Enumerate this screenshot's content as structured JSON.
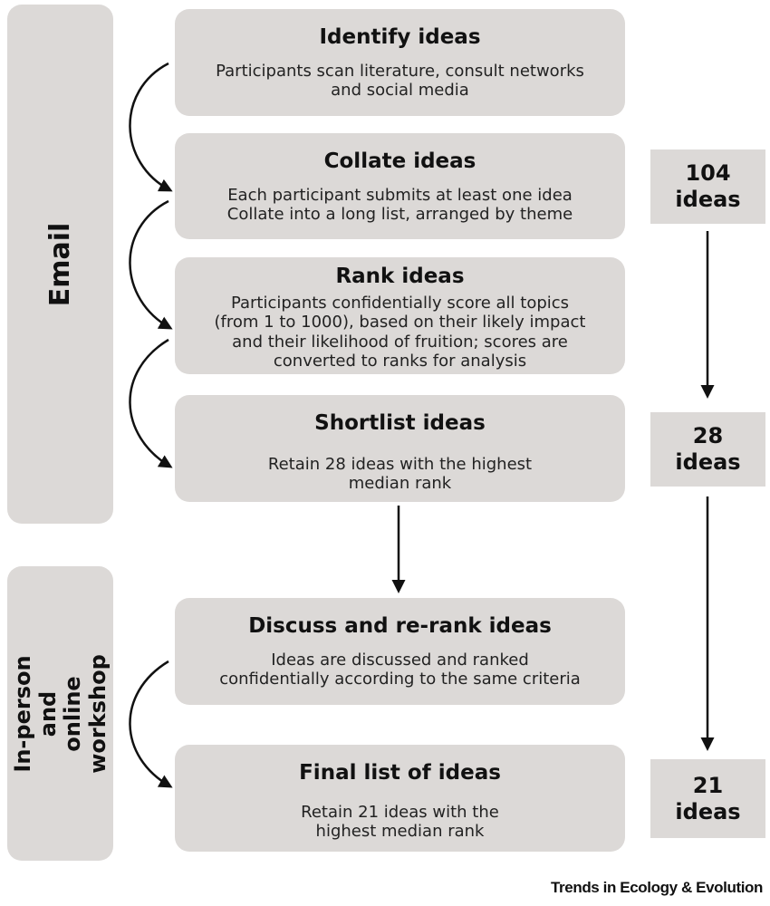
{
  "phases": {
    "email": "Email",
    "workshop": "In-person and online\nworkshop"
  },
  "steps": [
    {
      "title": "Identify ideas",
      "desc": "Participants scan literature, consult networks\nand social media"
    },
    {
      "title": "Collate ideas",
      "desc": "Each participant submits at least one idea\nCollate into a long list, arranged by theme"
    },
    {
      "title": "Rank ideas",
      "desc": "Participants confidentially score all topics\n(from 1 to 1000), based on their likely impact\nand their likelihood of fruition; scores are\nconverted to ranks for analysis"
    },
    {
      "title": "Shortlist ideas",
      "desc": "Retain 28 ideas with the highest\nmedian rank"
    },
    {
      "title": "Discuss and re-rank ideas",
      "desc": "Ideas are discussed and ranked\nconfidentially according to the same criteria"
    },
    {
      "title": "Final list of ideas",
      "desc": "Retain 21 ideas with the\nhighest median rank"
    }
  ],
  "counts": [
    {
      "number": "104",
      "unit": "ideas"
    },
    {
      "number": "28",
      "unit": "ideas"
    },
    {
      "number": "21",
      "unit": "ideas"
    }
  ],
  "credit": "Trends in Ecology & Evolution"
}
